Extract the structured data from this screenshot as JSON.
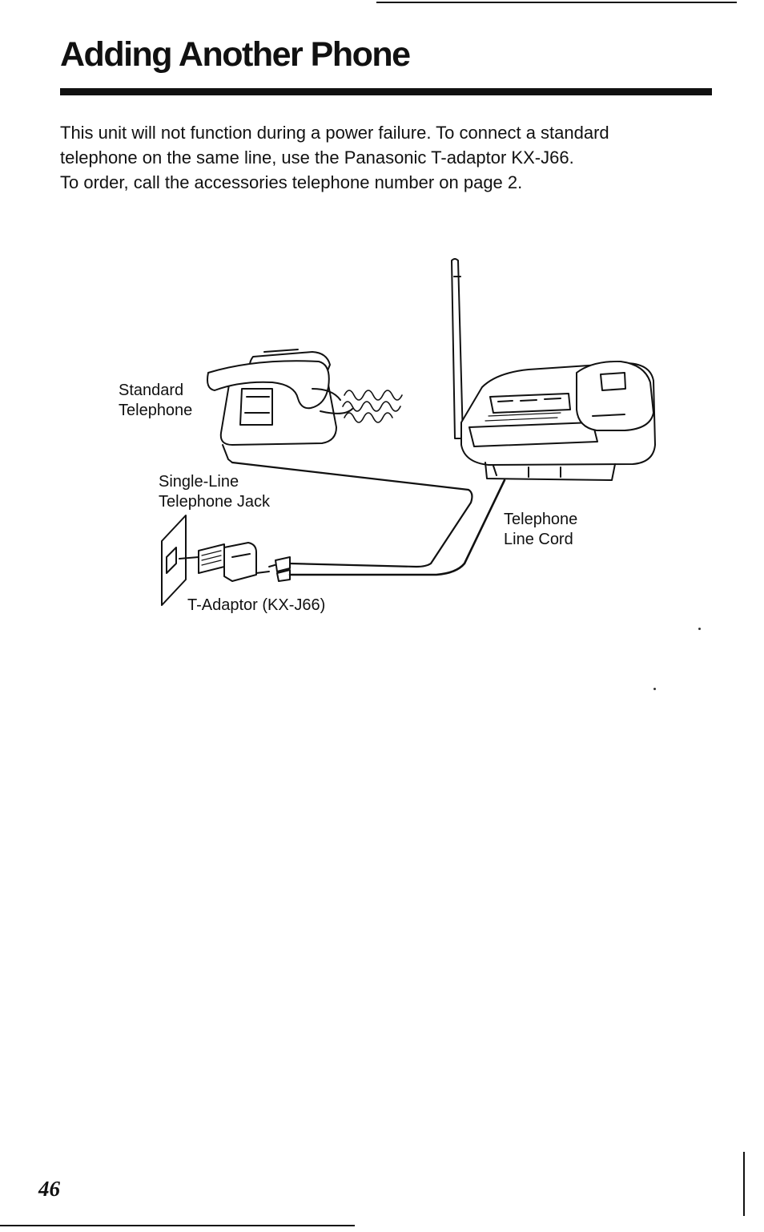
{
  "header": {
    "title": "Adding Another Phone"
  },
  "intro": {
    "lines": [
      "This unit will not function during a power failure. To connect a standard",
      "telephone on the same line, use the Panasonic T-adaptor KX-J66.",
      "To order, call the accessories telephone number on page 2."
    ]
  },
  "diagram": {
    "labels": {
      "standard_telephone": [
        "Standard",
        "Telephone"
      ],
      "single_line_jack": [
        "Single-Line",
        "Telephone Jack"
      ],
      "telephone_line_cord": [
        "Telephone",
        "Line Cord"
      ],
      "t_adaptor": "T-Adaptor (KX-J66)"
    }
  },
  "footer": {
    "page_number": "46"
  }
}
